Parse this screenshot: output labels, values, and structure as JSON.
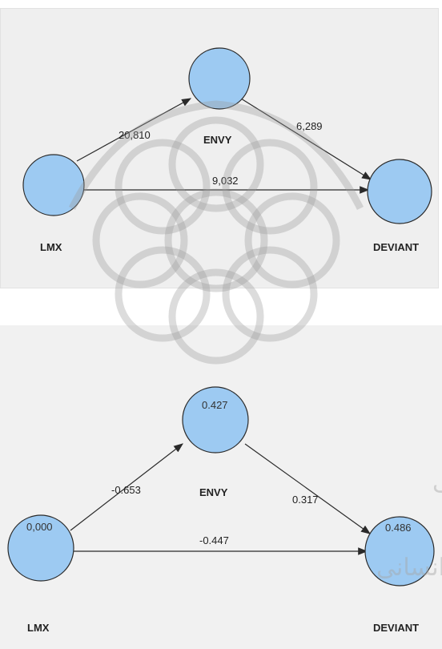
{
  "top_diagram": {
    "nodes": {
      "lmx": "LMX",
      "envy": "ENVY",
      "deviant": "DEVIANT"
    },
    "paths": {
      "lmx_envy": "20,810",
      "envy_deviant": "6,289",
      "lmx_deviant": "9,032"
    }
  },
  "bottom_diagram": {
    "nodes": {
      "lmx": "LMX",
      "envy": "ENVY",
      "deviant": "DEVIANT"
    },
    "r_squared": {
      "lmx": "0,000",
      "envy": "0.427",
      "deviant": "0.486"
    },
    "paths": {
      "lmx_envy": "-0.653",
      "envy_deviant": "0.317",
      "lmx_deviant": "-0.447"
    }
  },
  "watermark": {
    "line1": "پژوهشگاه علوم انسانی و مطالعات فرهنگی",
    "line2": "پرتال جامع علوم انسانی"
  },
  "colors": {
    "node_fill": "#9dcaf2",
    "background": "#efefef"
  }
}
